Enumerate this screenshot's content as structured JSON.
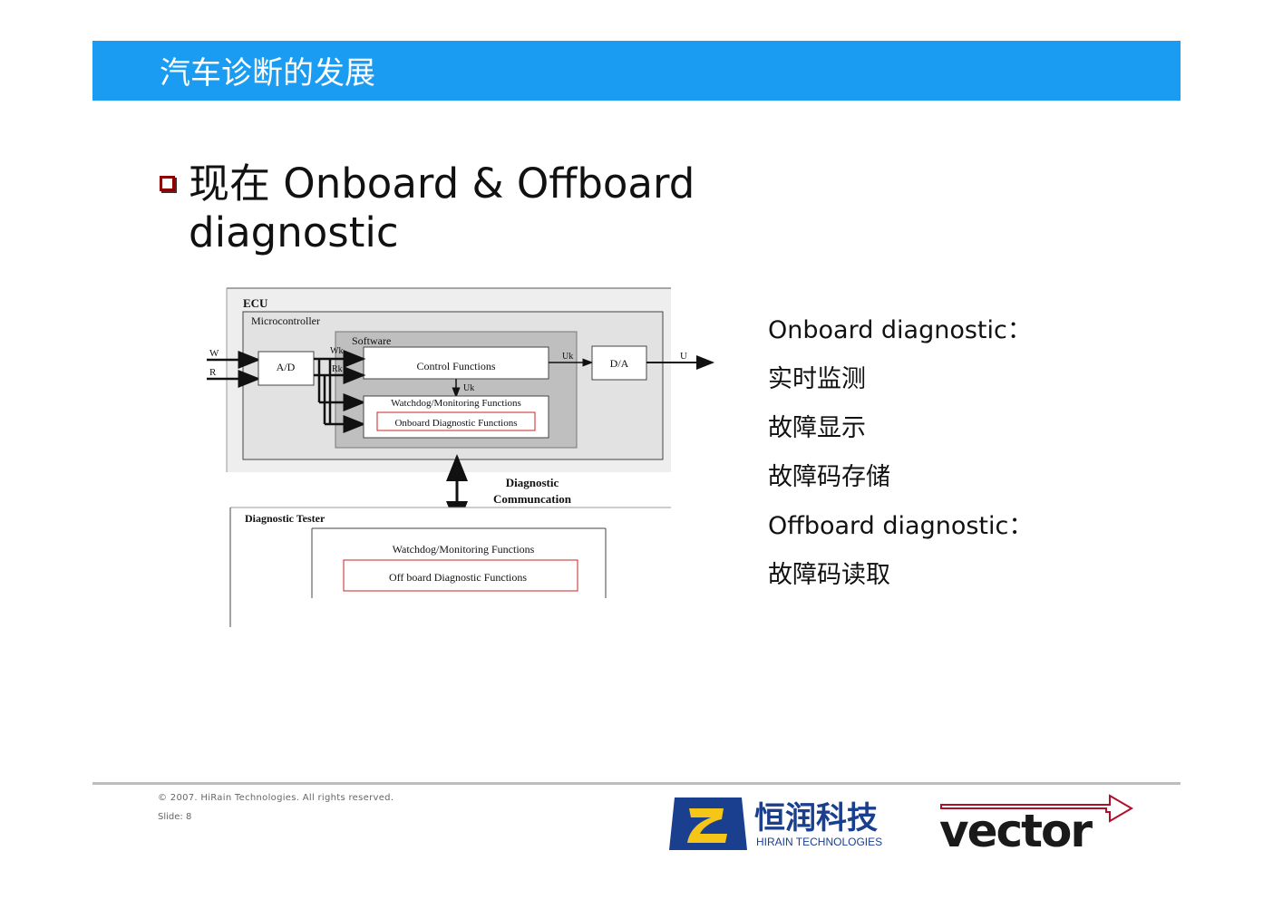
{
  "header": {
    "title": "汽车诊断的发展"
  },
  "main": {
    "heading_line1": "现在 Onboard & Offboard",
    "heading_line2": "diagnostic"
  },
  "diagram": {
    "ecu_label": "ECU",
    "microcontroller_label": "Microcontroller",
    "software_label": "Software",
    "input_w": "W",
    "input_r": "R",
    "ad_label": "A/D",
    "wk_label": "Wk",
    "rk_label": "Rk",
    "control_functions": "Control Functions",
    "uk_right_label": "Uk",
    "uk_below_label": "Uk",
    "da_label": "D/A",
    "output_u": "U",
    "watchdog_ecu": "Watchdog/Monitoring Functions",
    "onboard_diag_functions": "Onboard Diagnostic Functions",
    "diag_comm_line1": "Diagnostic",
    "diag_comm_line2": "Communcation",
    "tester_label": "Diagnostic Tester",
    "watchdog_tester": "Watchdog/Monitoring Functions",
    "offboard_diag_functions": "Off board Diagnostic Functions"
  },
  "right_list": {
    "items": [
      {
        "text": "Onboard diagnostic：",
        "lang": "en"
      },
      {
        "text": "实时监测",
        "lang": "cn"
      },
      {
        "text": "故障显示",
        "lang": "cn"
      },
      {
        "text": "故障码存储",
        "lang": "cn"
      },
      {
        "text": "Offboard diagnostic：",
        "lang": "en"
      },
      {
        "text": "故障码读取",
        "lang": "cn"
      }
    ]
  },
  "footer": {
    "copyright": "© 2007. HiRain Technologies. All rights reserved.",
    "slide": "Slide: 8"
  },
  "logos": {
    "hirain_cn": "恒润科技",
    "hirain_en": "HIRAIN TECHNOLOGIES",
    "vector": "vector"
  },
  "colors": {
    "title_bar": "#1a9cf3",
    "bullet": "#8b0000",
    "hirain_blue": "#1b3f8f",
    "hirain_yellow": "#f5c518",
    "vector_red": "#b0102a",
    "highlight_border": "#cc2222"
  }
}
